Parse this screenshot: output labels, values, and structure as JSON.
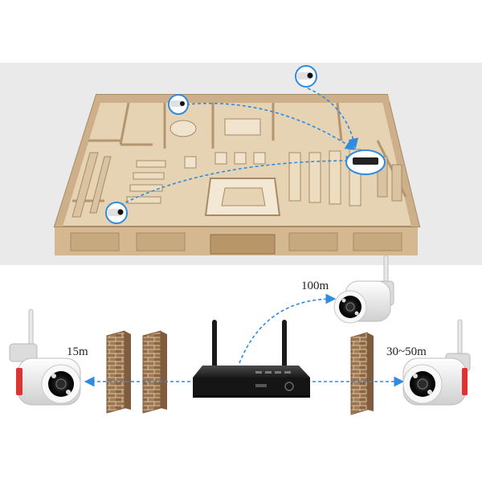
{
  "labels": {
    "distance_top": "100m",
    "distance_left": "15m",
    "distance_right": "30~50m"
  },
  "colors": {
    "background": "#ffffff",
    "band": "#eaeaea",
    "floor": "#e6d3b3",
    "wall": "#cdb08a",
    "wall_dark": "#a88a64",
    "brick": "#9a7350",
    "brick_mortar": "#d8c4a4",
    "signal_blue": "#2f8be0",
    "nvr_body": "#202020",
    "camera_white": "#f2f2f2"
  },
  "icons": {
    "floorplan": "store-floorplan-illustration",
    "camera": "bullet-camera-icon",
    "recorder": "wireless-nvr-icon",
    "wall": "brick-wall-icon",
    "signal": "wifi-signal-arrow"
  }
}
